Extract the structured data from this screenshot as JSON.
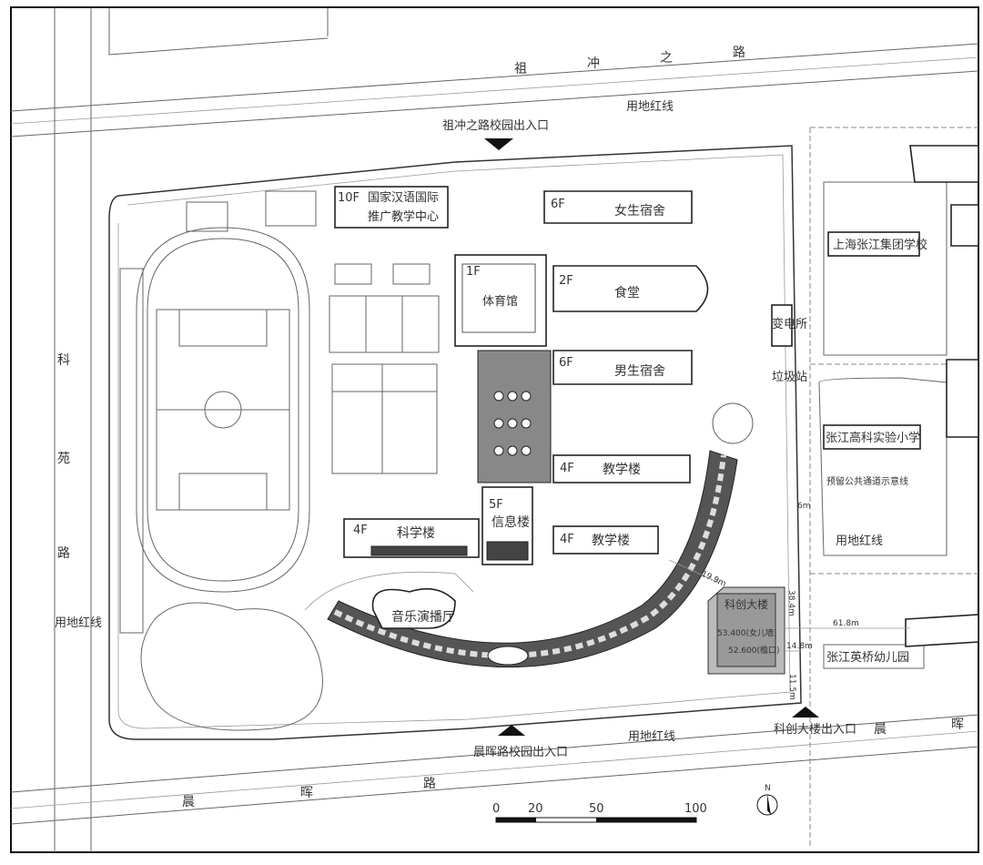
{
  "roads": {
    "north": [
      "祖",
      "冲",
      "之",
      "路"
    ],
    "west": [
      "科",
      "苑",
      "路"
    ],
    "south": [
      "晨",
      "晖",
      "路"
    ],
    "southeast": [
      "晨",
      "晖"
    ]
  },
  "red_line": "用地红线",
  "entrances": {
    "north": "祖冲之路校园出入口",
    "south": "晨晖路校园出入口",
    "kechuang": "科创大楼出入口"
  },
  "buildings": {
    "hanyu": {
      "floors": "10F",
      "name1": "国家汉语国际",
      "name2": "推广教学中心"
    },
    "girls": {
      "floors": "6F",
      "name": "女生宿舍"
    },
    "gym": {
      "floors": "1F",
      "name": "体育馆"
    },
    "canteen": {
      "floors": "2F",
      "name": "食堂"
    },
    "boys": {
      "floors": "6F",
      "name": "男生宿舍"
    },
    "substation": "变电所",
    "garbage": "垃圾站",
    "teach1": {
      "floors": "4F",
      "name": "教学楼"
    },
    "teach2": {
      "floors": "4F",
      "name": "教学楼"
    },
    "info": {
      "floors": "5F",
      "name": "信息楼"
    },
    "science": {
      "floors": "4F",
      "name": "科学楼"
    },
    "music": "音乐演播厅",
    "kechuang": {
      "name": "科创大楼",
      "parapet": "53.400(女儿墙)",
      "eave": "52.600(檐口)",
      "height": "38.4m"
    }
  },
  "neighbors": {
    "school": "上海张江集团学校",
    "primary": "张江高科实验小学",
    "passage": "预留公共通道示意线",
    "kindergarten": "张江英桥幼儿园"
  },
  "dimensions": {
    "d1": "61.8m",
    "d2": "14.8m",
    "d3": "19.9m",
    "d4": "6m",
    "d5": "11.5m"
  },
  "scale": {
    "ticks": [
      "0",
      "20",
      "50",
      "100"
    ]
  },
  "north_arrow": "N"
}
